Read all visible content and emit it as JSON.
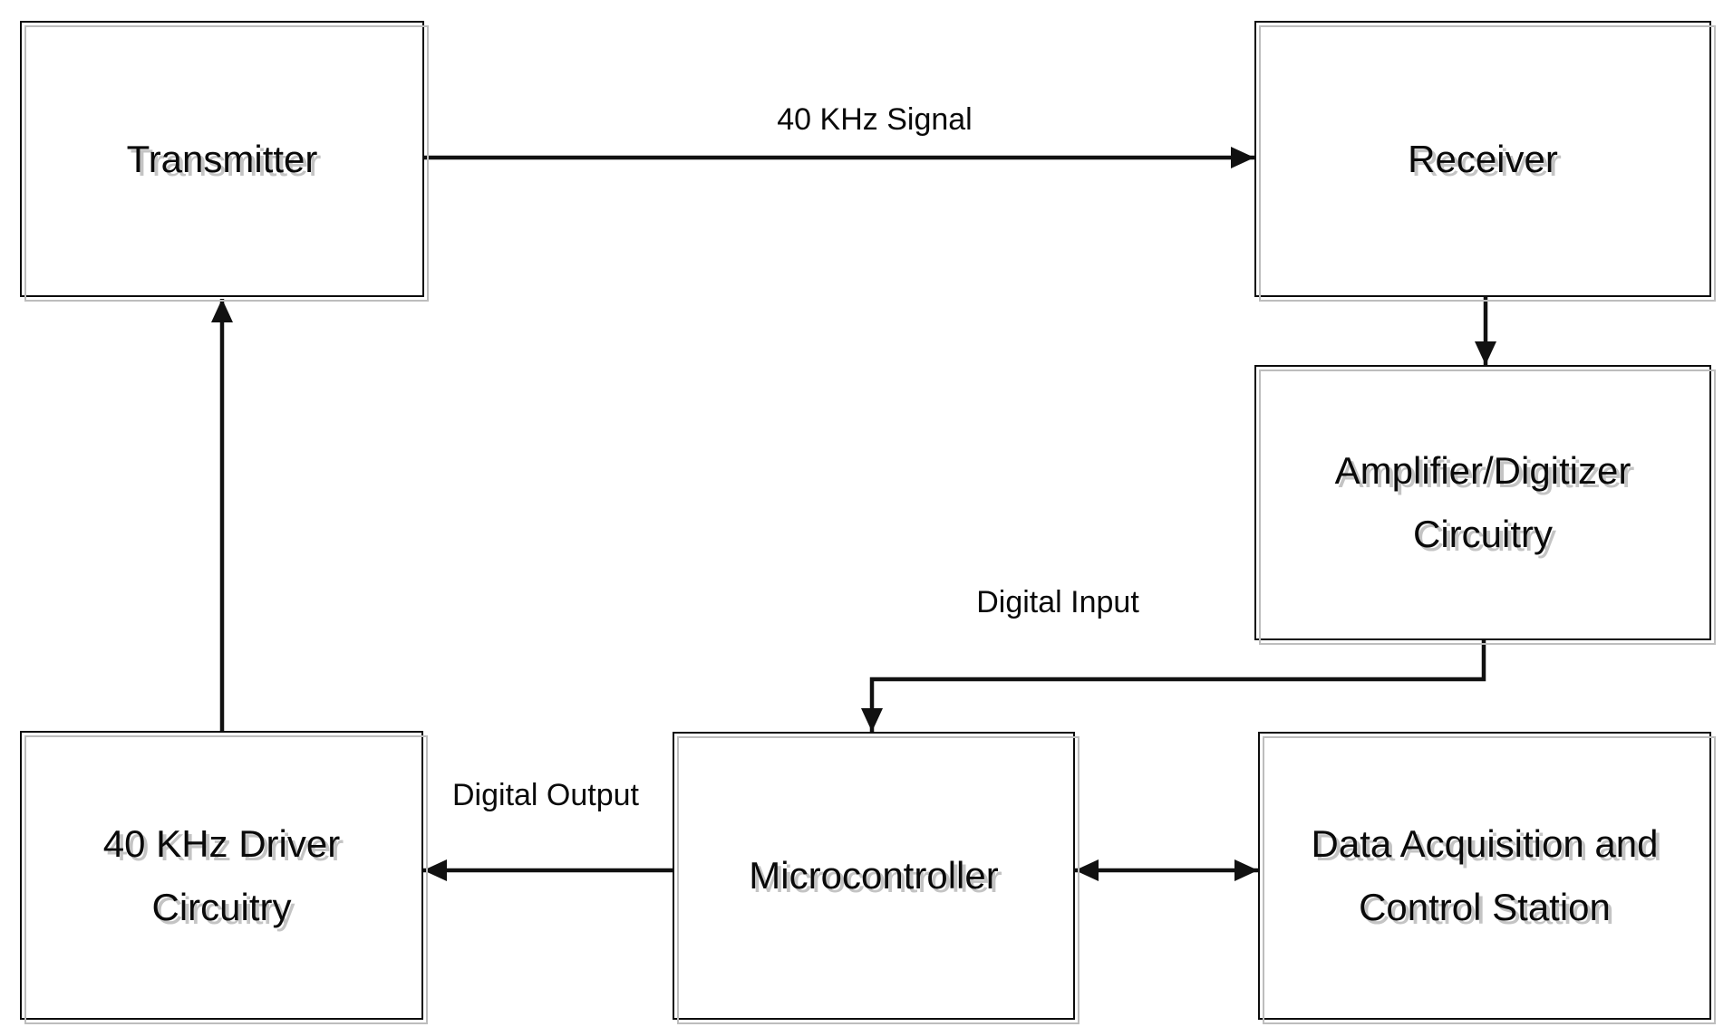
{
  "diagram": {
    "background_color": "#ffffff",
    "line_color": "#111111",
    "box_border_color": "#0d0d0d",
    "shadow_color": "#c0c0c0",
    "nodes": [
      {
        "id": "transmitter",
        "label": "Transmitter"
      },
      {
        "id": "receiver",
        "label": "Receiver"
      },
      {
        "id": "amplifier_digitizer",
        "label": "Amplifier/Digitizer\nCircuitry"
      },
      {
        "id": "driver_circuitry",
        "label": "40 KHz Driver\nCircuitry"
      },
      {
        "id": "microcontroller",
        "label": "Microcontroller"
      },
      {
        "id": "control_station",
        "label": "Data Acquisition and\nControl Station"
      }
    ],
    "edges": [
      {
        "from": "transmitter",
        "to": "receiver",
        "label": "40 KHz Signal",
        "direction": "one-way"
      },
      {
        "from": "receiver",
        "to": "amplifier_digitizer",
        "label": "",
        "direction": "one-way"
      },
      {
        "from": "amplifier_digitizer",
        "to": "microcontroller",
        "label": "Digital Input",
        "direction": "one-way"
      },
      {
        "from": "microcontroller",
        "to": "driver_circuitry",
        "label": "Digital Output",
        "direction": "one-way"
      },
      {
        "from": "driver_circuitry",
        "to": "transmitter",
        "label": "",
        "direction": "one-way"
      },
      {
        "from": "microcontroller",
        "to": "control_station",
        "label": "",
        "direction": "two-way"
      }
    ]
  }
}
